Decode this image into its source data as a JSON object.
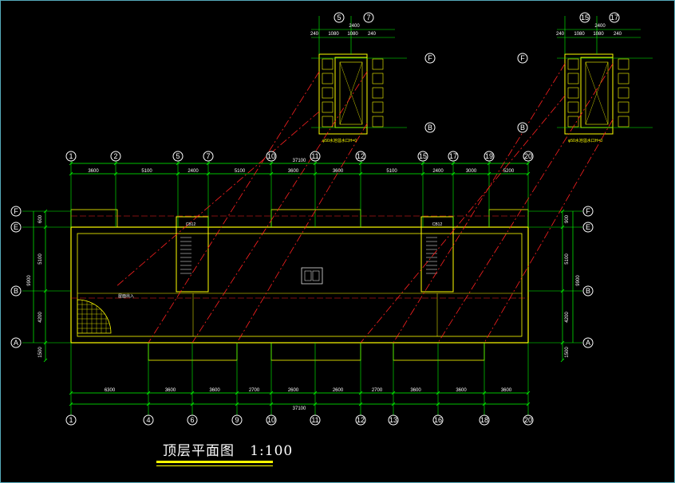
{
  "title": {
    "name": "顶层平面图",
    "scale": "1:100"
  },
  "colors": {
    "axis": "#00ff00",
    "wall": "#ffff00",
    "dash": "#ff2020",
    "text": "#ffffff",
    "bubble": "#ffffff",
    "hatch": "#ffff00"
  },
  "top_axes": [
    "1",
    "2",
    "5",
    "7",
    "10",
    "11",
    "12",
    "15",
    "17",
    "19",
    "20"
  ],
  "top_dims": [
    "3600",
    "5100",
    "2400",
    "5100",
    "3600",
    "3600",
    "5100",
    "2400",
    "3000",
    "5200"
  ],
  "top_total": "37100",
  "bottom_axes": [
    "1",
    "4",
    "6",
    "9",
    "10",
    "11",
    "12",
    "13",
    "16",
    "18",
    "20"
  ],
  "bottom_dims": [
    "6300",
    "3600",
    "3600",
    "2700",
    "2600",
    "2600",
    "2700",
    "3600",
    "3600",
    "3600"
  ],
  "bottom_total": "37100",
  "row_axes": [
    "F",
    "E",
    "B",
    "A"
  ],
  "left_dims_outer": [
    "5100",
    "4200"
  ],
  "left_dims_total": "9900",
  "left_dims_small": [
    "600",
    "900",
    "1500"
  ],
  "detail_left": {
    "axes": [
      "5",
      "7"
    ],
    "rows": [
      "F",
      "B"
    ],
    "top_dim": "2400",
    "sub_dims": [
      "240",
      "1080",
      "1080",
      "240"
    ],
    "note": "φ50水池溢水口H=0"
  },
  "detail_right": {
    "axes": [
      "15",
      "17"
    ],
    "rows": [
      "F",
      "B"
    ],
    "top_dim": "2400",
    "sub_dims": [
      "240",
      "1080",
      "1080",
      "240"
    ],
    "note": "φ50水池溢水口H=0"
  },
  "stair_labels": [
    "CB12",
    "CB12"
  ],
  "hatch_label": "屋面出入"
}
